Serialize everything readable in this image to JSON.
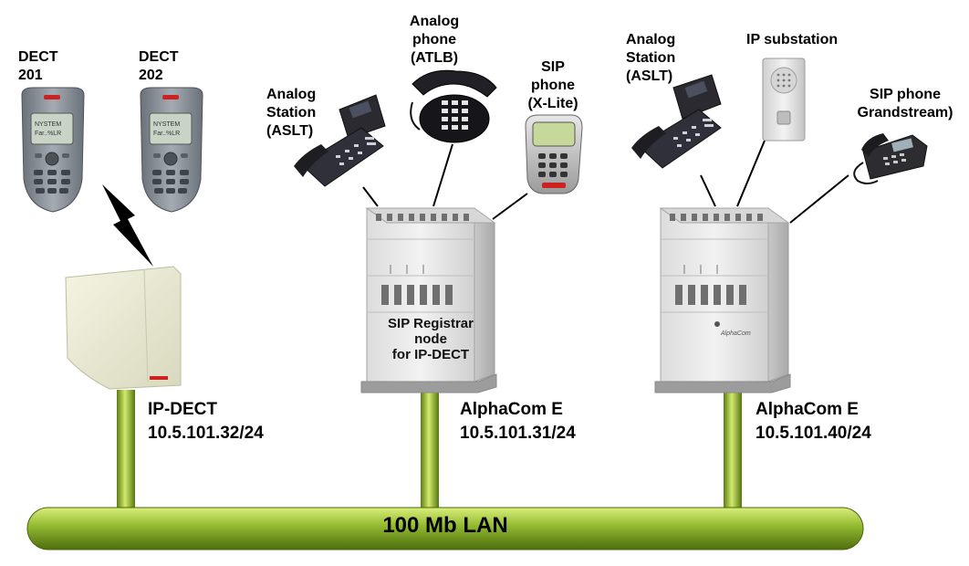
{
  "handsets": {
    "dect201": {
      "line1": "DECT",
      "line2": "201",
      "screen_line1": "NYSTEM",
      "screen_line2": "Far..%LR"
    },
    "dect202": {
      "line1": "DECT",
      "line2": "202",
      "screen_line1": "NYSTEM",
      "screen_line2": "Far..%LR"
    }
  },
  "left_node_devices": {
    "analog_station": {
      "line1": "Analog",
      "line2": "Station",
      "line3": "(ASLT)"
    },
    "analog_phone": {
      "line1": "Analog",
      "line2": "phone",
      "line3": "(ATLB)"
    },
    "sip_phone": {
      "line1": "SIP",
      "line2": "phone",
      "line3": "(X-Lite)"
    }
  },
  "right_node_devices": {
    "analog_station": {
      "line1": "Analog",
      "line2": "Station",
      "line3": "(ASLT)"
    },
    "ip_substation": {
      "line1": "IP substation"
    },
    "sip_phone": {
      "line1": "SIP phone",
      "line2": "Grandstream)"
    }
  },
  "nodes": {
    "ipdect": {
      "name": "IP-DECT",
      "ip": "10.5.101.32/24"
    },
    "alphacom1": {
      "name": "AlphaCom E",
      "ip": "10.5.101.31/24",
      "overlay_line1": "SIP Registrar",
      "overlay_line2": "node",
      "overlay_line3": "for IP-DECT"
    },
    "alphacom2": {
      "name": "AlphaCom E",
      "ip": "10.5.101.40/24",
      "logo_text": "AlphaCom"
    }
  },
  "lan": {
    "label": "100 Mb LAN"
  },
  "colors": {
    "lan_green": "#8fb82e",
    "lan_dark": "#4f6d0f",
    "cabinet_light": "#eeeeee",
    "cabinet_dark": "#b9b9b9",
    "base_station": "#ebebd0",
    "handset_body": "#8e949c",
    "accent_red": "#cc2222"
  }
}
